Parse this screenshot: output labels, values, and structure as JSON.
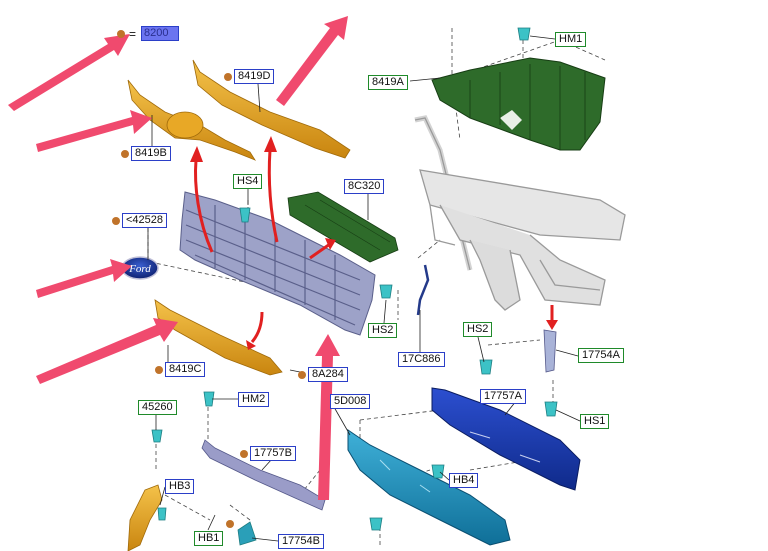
{
  "legend": {
    "equals": "=",
    "code": "8200"
  },
  "labels": {
    "hm1": "HM1",
    "l8419a": "8419A",
    "l8419d": "8419D",
    "l8419b": "8419B",
    "hs4": "HS4",
    "l8c320": "8C320",
    "l42528": "<42528",
    "hs2a": "HS2",
    "l17c886": "17C886",
    "hs2b": "HS2",
    "l17754a": "17754A",
    "l8419c": "8419C",
    "l8a284": "8A284",
    "l45260": "45260",
    "hm2": "HM2",
    "l17757a": "17757A",
    "hs1": "HS1",
    "l5d008": "5D008",
    "l17757b": "17757B",
    "hb4": "HB4",
    "hb3": "HB3",
    "hb1": "HB1",
    "l17754b": "17754B"
  },
  "emblem_text": "Ford",
  "colors": {
    "orange_part": "#e3a21c",
    "green_part": "#2e6b2a",
    "grey_part": "#d6d6d6",
    "grille": "#8a8fc0",
    "blue_part": "#1f3fb0",
    "teal_part": "#1b8fb8",
    "arrow_pink": "#f04a6e",
    "arrow_red": "#e12020",
    "label_blue": "#2b3fc8",
    "label_green": "#1f8a2a",
    "dot": "#c0732a"
  }
}
